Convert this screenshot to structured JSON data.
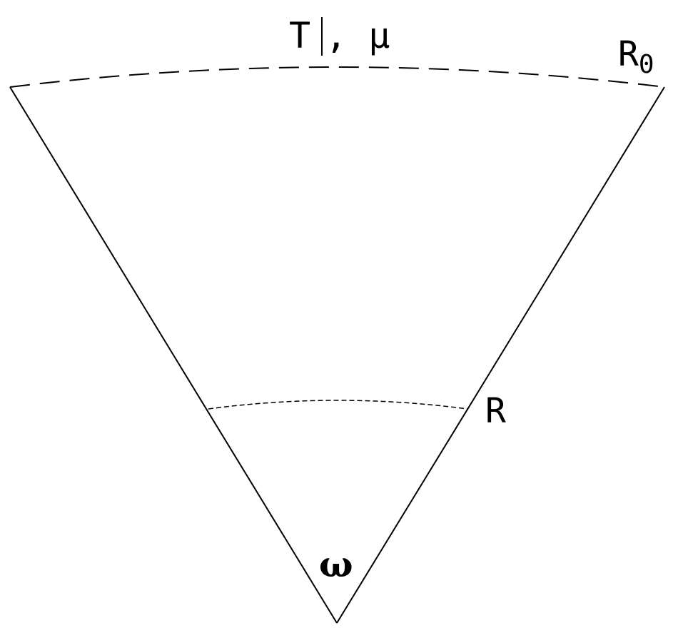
{
  "labels": {
    "top_T": "T",
    "top_mu": ", μ",
    "outer_radius": "R",
    "outer_radius_subscript": "0",
    "inner_radius": "R",
    "angle": "ω"
  },
  "colors": {
    "stroke": "#000000",
    "background": "#ffffff"
  }
}
